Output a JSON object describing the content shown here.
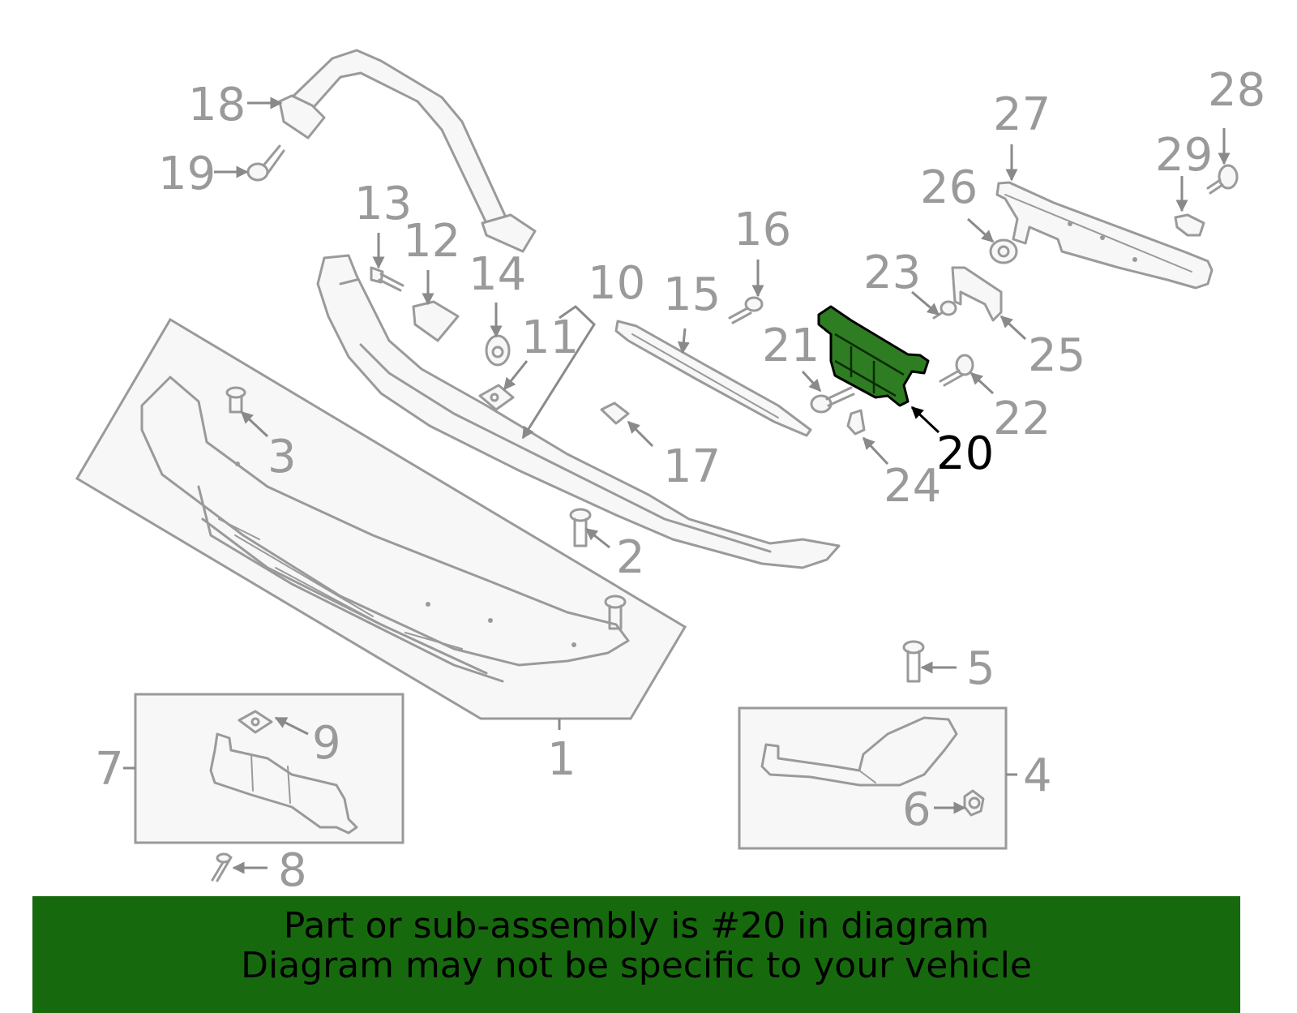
{
  "callouts": {
    "c1": "1",
    "c2": "2",
    "c3": "3",
    "c4": "4",
    "c5": "5",
    "c6": "6",
    "c7": "7",
    "c8": "8",
    "c9": "9",
    "c10": "10",
    "c11": "11",
    "c12": "12",
    "c13": "13",
    "c14": "14",
    "c15": "15",
    "c16": "16",
    "c17": "17",
    "c18": "18",
    "c19": "19",
    "c20": "20",
    "c21": "21",
    "c22": "22",
    "c23": "23",
    "c24": "24",
    "c25": "25",
    "c26": "26",
    "c27": "27",
    "c28": "28",
    "c29": "29"
  },
  "highlighted_part": "20",
  "colors": {
    "highlight_fill": "#2e7d22",
    "banner_background": "#17690e",
    "part_outline": "#9a9a9a",
    "callout_text": "#9a9a9a"
  },
  "banner": {
    "line1": "Part or sub-assembly is #20 in diagram",
    "line2": "Diagram may not be specific to your vehicle"
  }
}
